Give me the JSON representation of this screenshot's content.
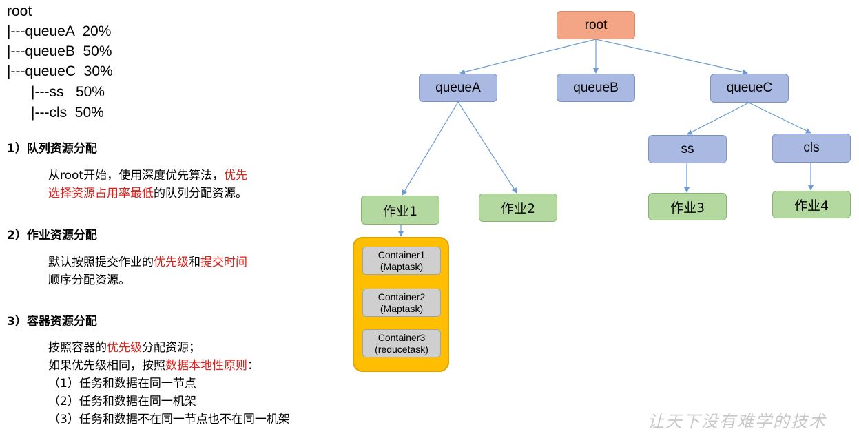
{
  "tree_text": {
    "lines": [
      "root",
      "|---queueA  20%",
      "|---queueB  50%",
      "|---queueC  30%",
      "      |---ss   50%",
      "      |---cls  50%"
    ]
  },
  "sections": [
    {
      "title": "1）队列资源分配",
      "p1_pre": "从root开始，使用深度优先算法，",
      "p1_red": "优先",
      "p2_red": "选择资源占用率最低",
      "p2_post": "的队列分配资源。"
    },
    {
      "title": "2）作业资源分配",
      "p1_pre": "默认按照提交作业的",
      "p1_red1": "优先级",
      "p1_mid": "和",
      "p1_red2": "提交时间",
      "p2": "顺序分配资源。"
    },
    {
      "title": "3）容器资源分配",
      "p1_pre": "按照容器的",
      "p1_red": "优先级",
      "p1_post": "分配资源；",
      "p2_pre": "如果优先级相同，按照",
      "p2_red": "数据本地性原则",
      "p2_post": "：",
      "items": [
        "（1）任务和数据在同一节点",
        "（2）任务和数据在同一机架",
        "（3）任务和数据不在同一节点也不在同一机架"
      ]
    }
  ],
  "diagram": {
    "root": "root",
    "queues": [
      "queueA",
      "queueB",
      "queueC"
    ],
    "subqueues": [
      "ss",
      "cls"
    ],
    "jobs": [
      "作业1",
      "作业2",
      "作业3",
      "作业4"
    ],
    "containers": [
      {
        "name": "Container1",
        "task": "(Maptask)"
      },
      {
        "name": "Container2",
        "task": "(Maptask)"
      },
      {
        "name": "Container3",
        "task": "(reducetask)"
      }
    ],
    "colors": {
      "root": "#f4a585",
      "queue": "#a9b9e2",
      "job": "#b3d9a0",
      "container_group": "#ffbf00",
      "container": "#cfcfcf",
      "edge": "#6b9bd1",
      "highlight": "#e0201b"
    }
  },
  "watermark": "让天下没有难学的技术"
}
